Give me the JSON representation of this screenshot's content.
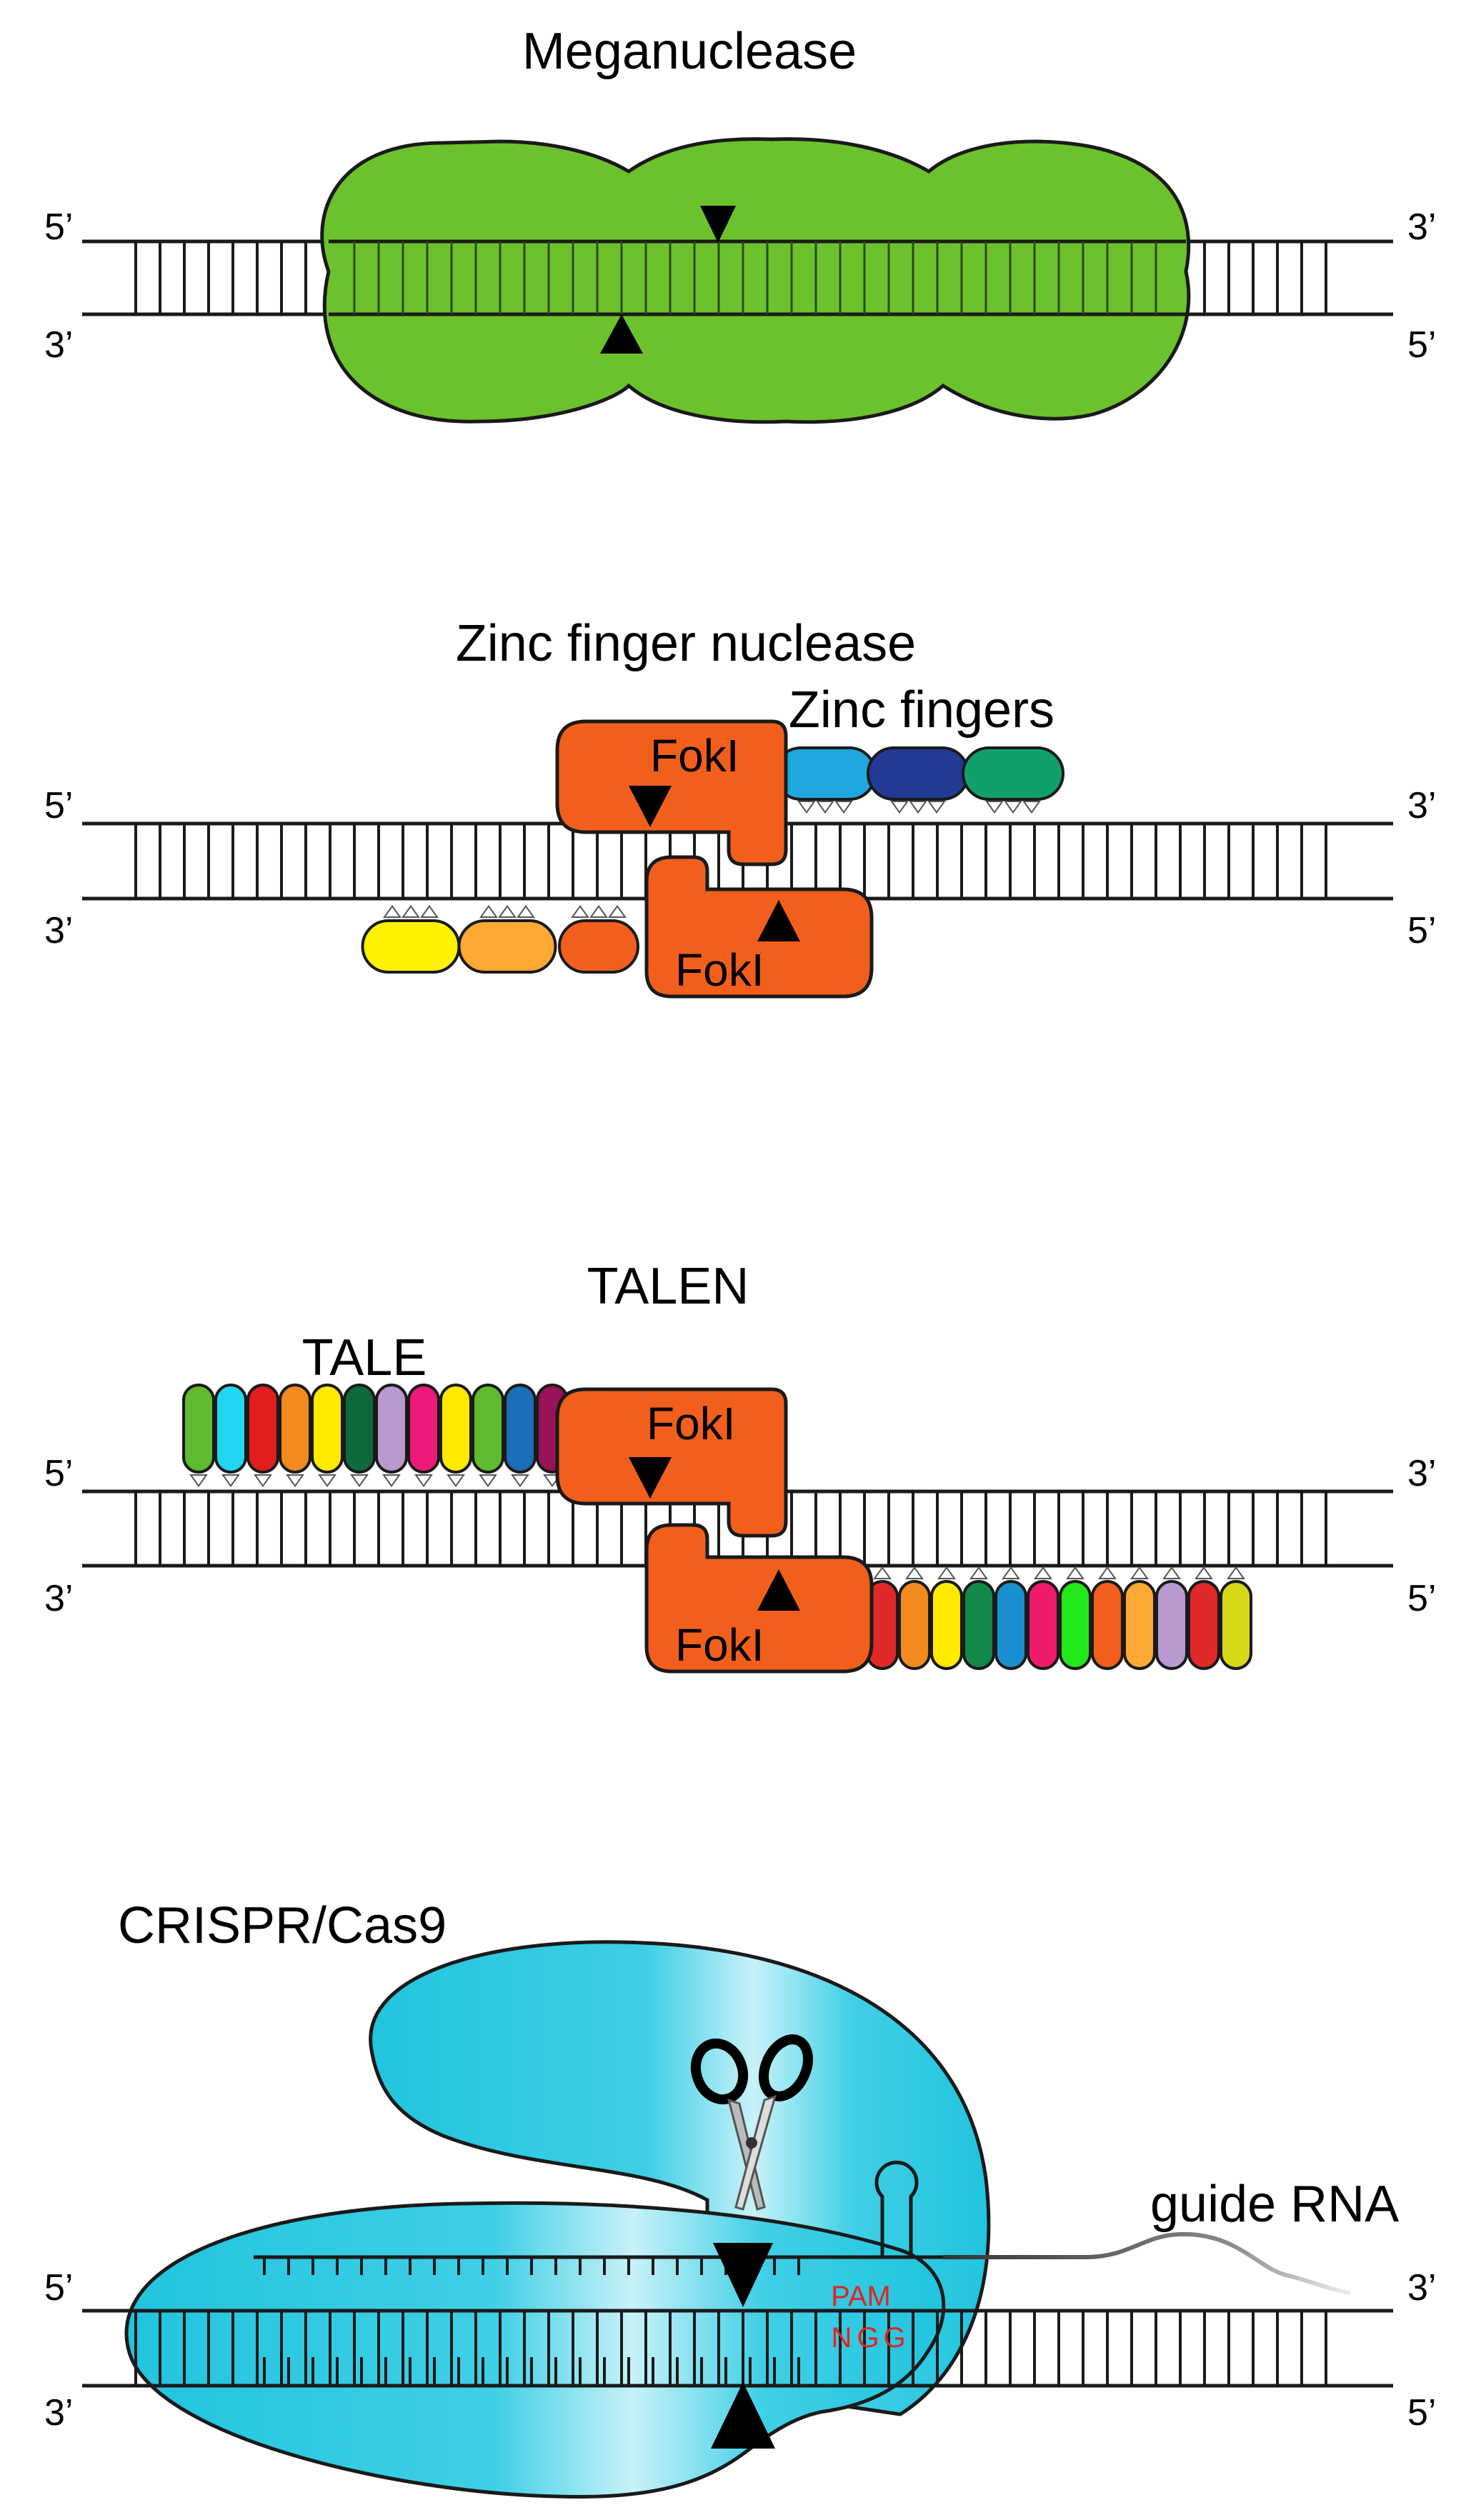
{
  "panels": [
    {
      "id": "meganuclease",
      "title": "Meganuclease"
    },
    {
      "id": "zfn",
      "title": "Zinc finger nuclease",
      "domain_label": "Zinc fingers",
      "nuclease_top": "FokI",
      "nuclease_bottom": "FokI"
    },
    {
      "id": "talen",
      "title": "TALEN",
      "domain_label": "TALE",
      "nuclease_top": "FokI",
      "nuclease_bottom": "FokI"
    },
    {
      "id": "crispr",
      "title": "CRISPR/Cas9",
      "guide_label": "guide RNA",
      "pam_label": "PAM",
      "pam_seq": [
        "N",
        "G",
        "G"
      ]
    }
  ],
  "strand_ends": {
    "top_left": "5’",
    "top_right": "3’",
    "bottom_left": "3’",
    "bottom_right": "5’"
  },
  "colors": {
    "meganuclease": "#6cc22c",
    "foki": "#f25f1d",
    "cas9": "#22c4de",
    "pam": "#e0251f",
    "zf_top": [
      "#1fa7e0",
      "#223a94",
      "#12a06a"
    ],
    "zf_bottom": [
      "#fff200",
      "#ffa833",
      "#f25f1d"
    ],
    "tale_left": [
      "#5fbb2f",
      "#22d6f2",
      "#e21d1d",
      "#f28a1d",
      "#ffea00",
      "#0e6a3a",
      "#b89ad0",
      "#ee1a7a",
      "#ffea00",
      "#5fbb2f",
      "#1a6fb8",
      "#9a1258"
    ],
    "tale_right": [
      "#e02828",
      "#f28a1d",
      "#ffea00",
      "#12884a",
      "#1a8fd0",
      "#ee1a6a",
      "#22e81a",
      "#f25f1d",
      "#ffa833",
      "#b89ad0",
      "#e02828",
      "#d8d81a"
    ]
  }
}
